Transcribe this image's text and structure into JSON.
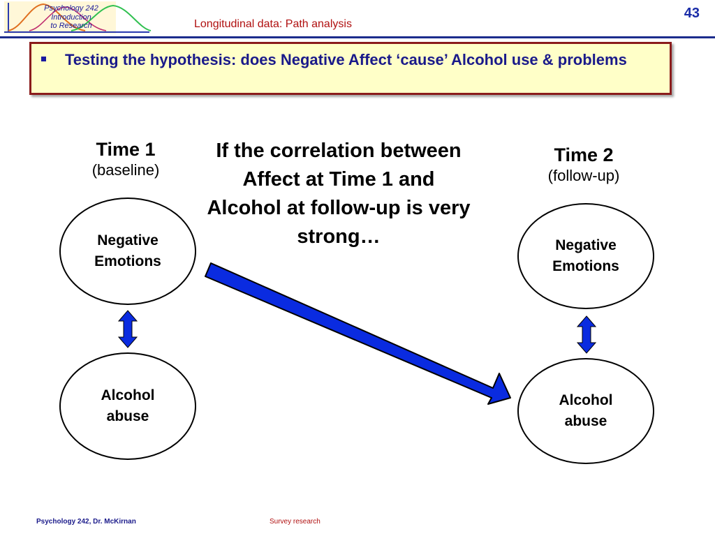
{
  "header": {
    "logo_lines": [
      "Psychology 242",
      "Introduction",
      "to Research"
    ],
    "title": "Longitudinal data: Path analysis",
    "slide_number": "43"
  },
  "bullet": {
    "text": "Testing the hypothesis: does Negative Affect ‘cause’ Alcohol use & problems"
  },
  "time1": {
    "heading": "Time 1",
    "subheading": "(baseline)"
  },
  "time2": {
    "heading": "Time 2",
    "subheading": "(follow-up)"
  },
  "statement": "If the correlation between Affect at Time 1 and Alcohol at follow-up is very strong…",
  "nodes": {
    "t1_negative": [
      "Negative",
      "Emotions"
    ],
    "t1_alcohol": [
      "Alcohol",
      "abuse"
    ],
    "t2_negative": [
      "Negative",
      "Emotions"
    ],
    "t2_alcohol": [
      "Alcohol",
      "abuse"
    ]
  },
  "footer": {
    "left": "Psychology 242, Dr. McKirnan",
    "center": "Survey research"
  },
  "colors": {
    "arrow_fill": "#0a2be0",
    "title_red": "#b01010",
    "navy": "#1a1a8a",
    "bullet_box_bg": "#ffffc8",
    "bullet_box_border": "#8b1c1c"
  }
}
